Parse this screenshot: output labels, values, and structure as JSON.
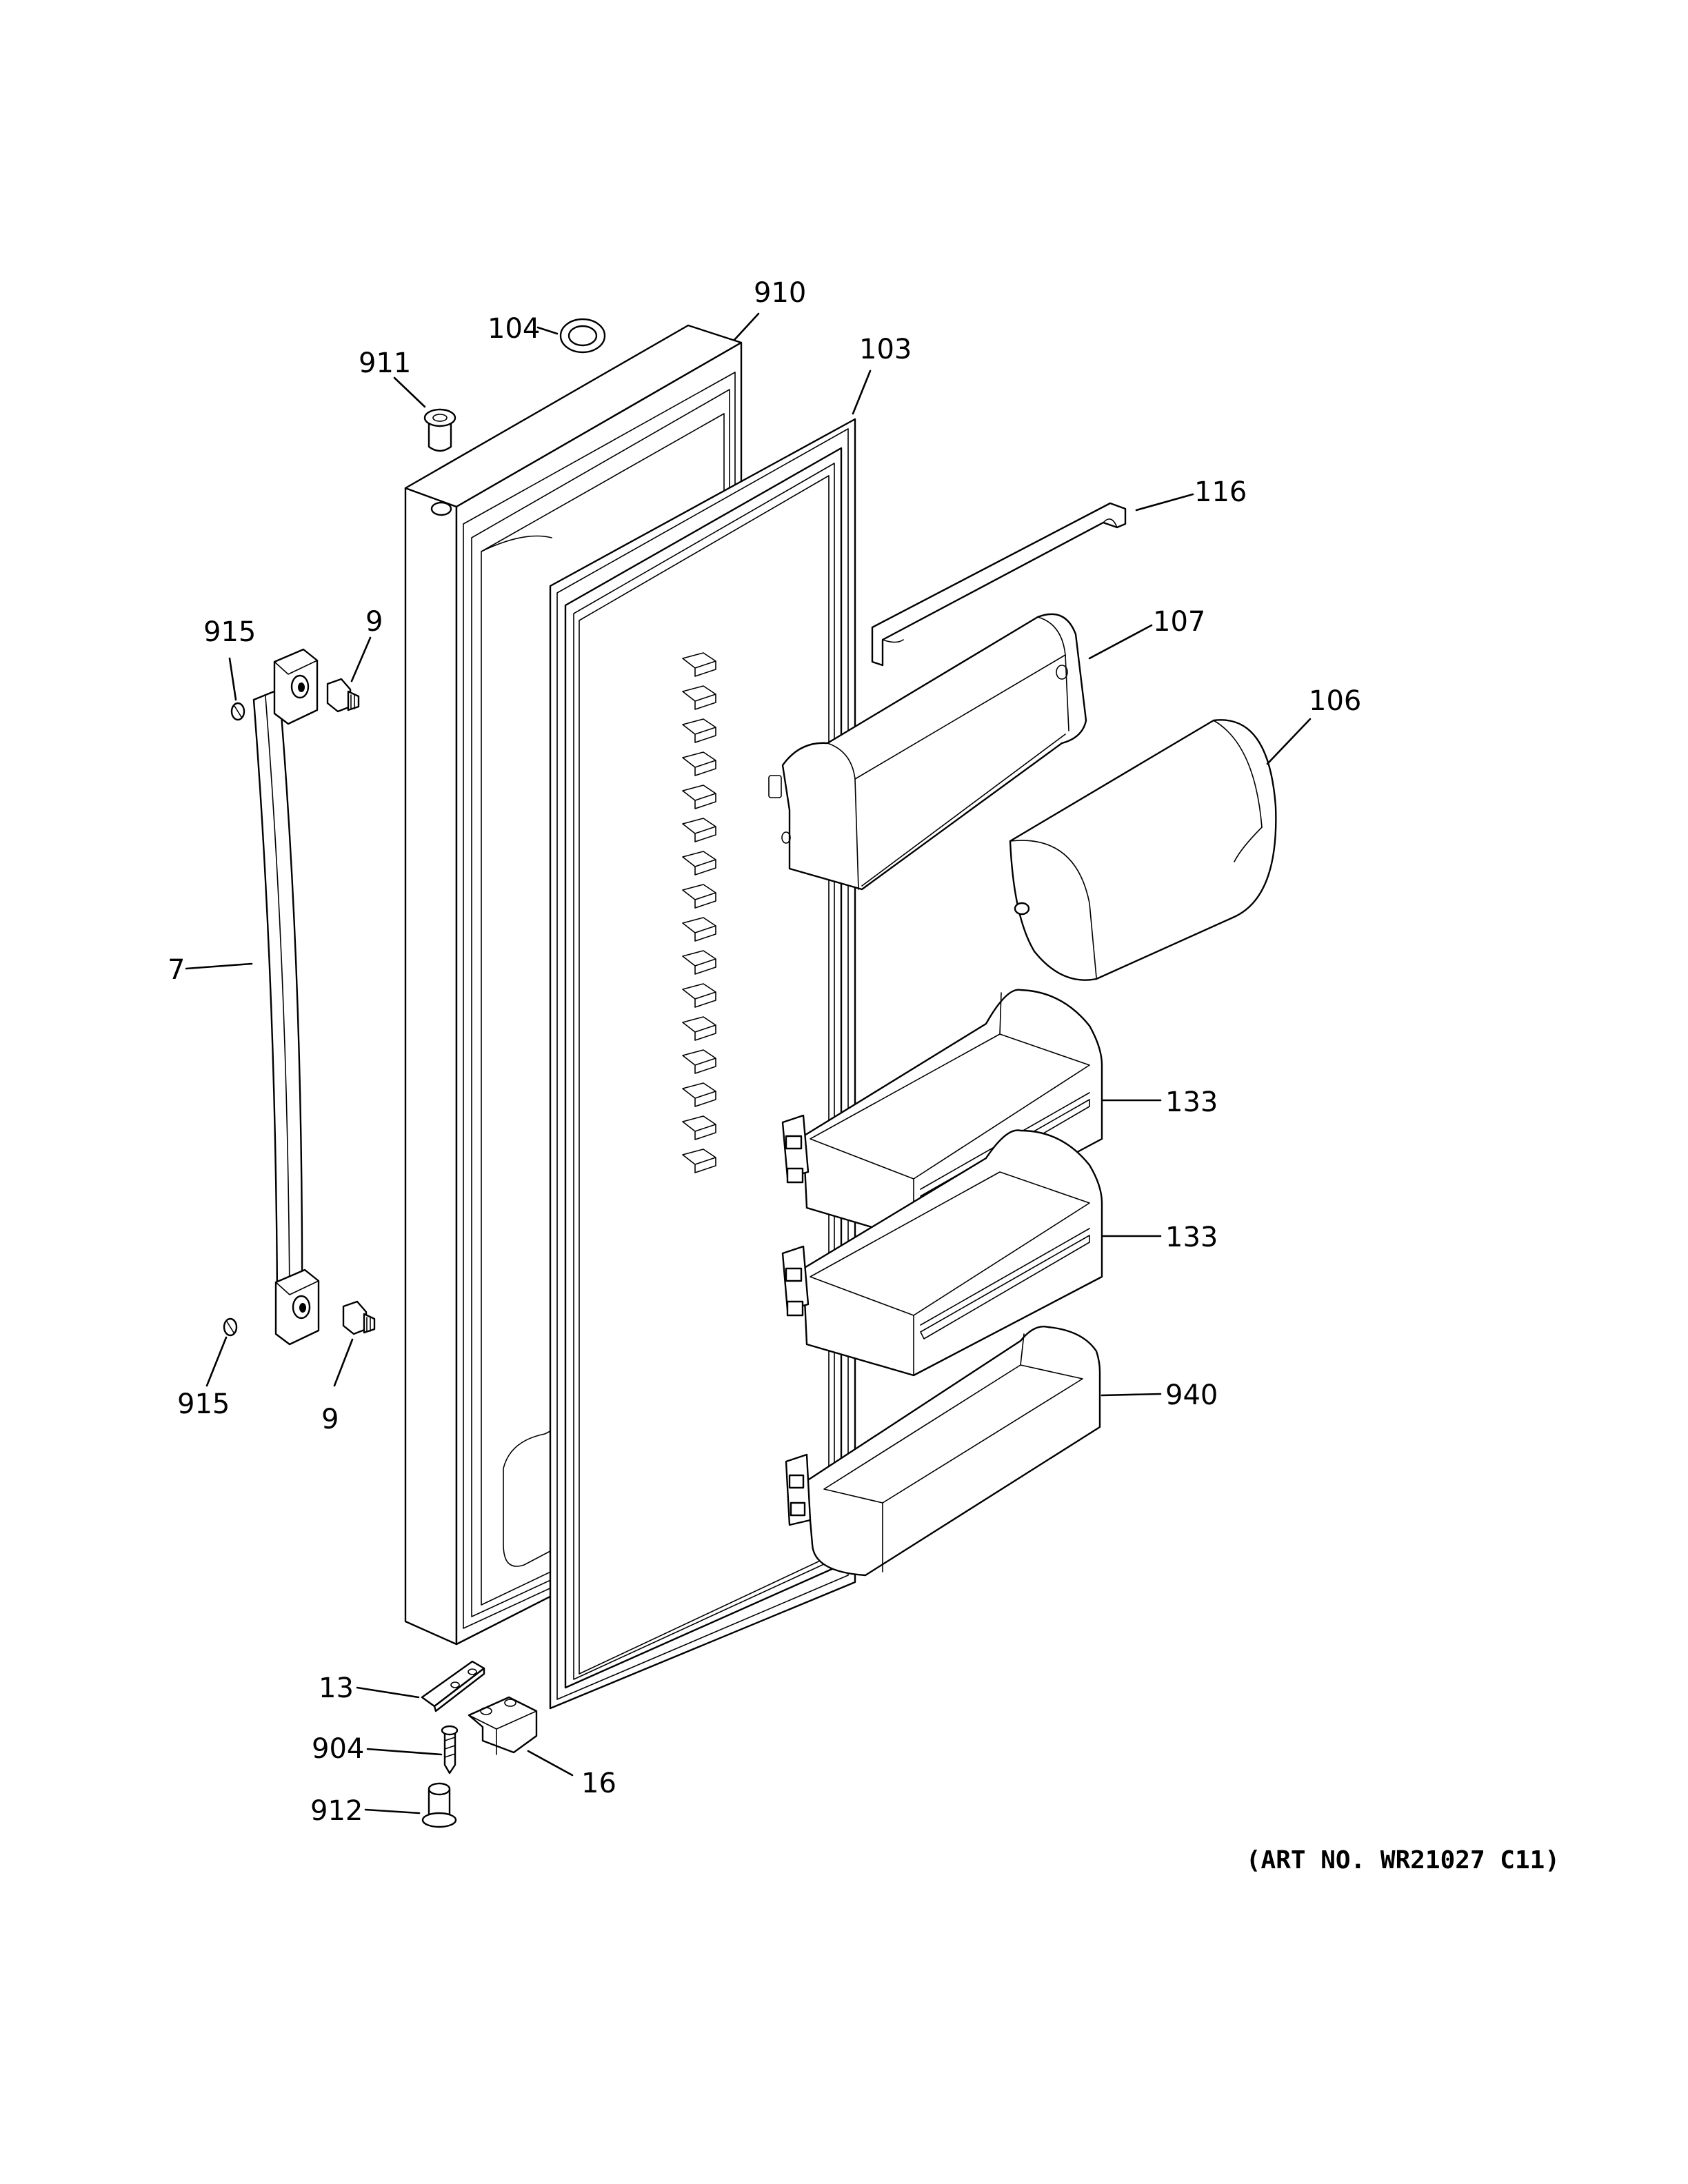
{
  "callouts": {
    "c910": "910",
    "c104": "104",
    "c103": "103",
    "c911": "911",
    "c116": "116",
    "c107": "107",
    "c106": "106",
    "c915_top": "915",
    "c9_top": "9",
    "c7": "7",
    "c133_upper": "133",
    "c133_lower": "133",
    "c940": "940",
    "c915_bottom": "915",
    "c9_bottom": "9",
    "c13": "13",
    "c904": "904",
    "c16": "16",
    "c912": "912"
  },
  "art_number": "(ART NO. WR21027 C11)"
}
